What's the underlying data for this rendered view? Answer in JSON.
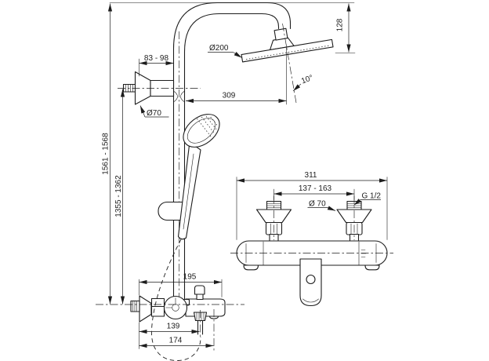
{
  "colors": {
    "ink": "#1d1d1d",
    "background": "#ffffff"
  },
  "views": {
    "shower_column": {
      "dims": {
        "overall_height": "1561 - 1568",
        "rail_height": "1355 - 1362",
        "bracket_offset": "83 - 98",
        "bracket_diameter": "Ø70",
        "head_diameter": "Ø200",
        "arm_reach": "309",
        "head_drop": "128",
        "head_angle": "10°"
      }
    },
    "mixer_side": {
      "dims": {
        "overall_depth": "195",
        "hose_outlet_offset": "139",
        "connection_offset": "174"
      }
    },
    "mixer_front": {
      "dims": {
        "overall_width": "311",
        "inlet_centers": "137 - 163",
        "thread_size": "G 1/2",
        "escutcheon_diameter": "Ø 70"
      }
    }
  }
}
